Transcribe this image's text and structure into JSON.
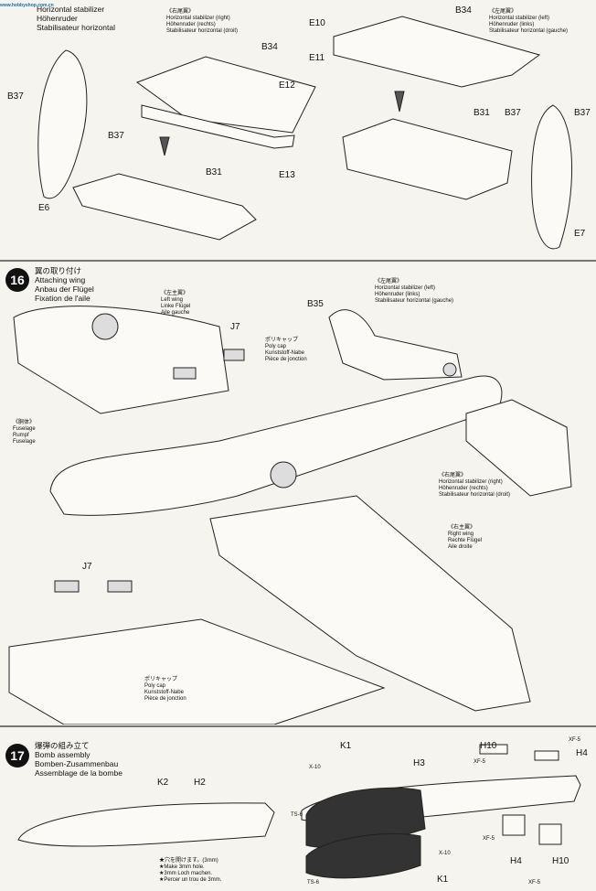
{
  "step_top": {
    "title_lines": [
      "Horizontal stabilizer",
      "Höhenruder",
      "Stabilisateur horizontal"
    ],
    "right_label": [
      "《右尾翼》",
      "Horizontal stabilizer (right)",
      "Höhenruder (rechts)",
      "Stabilisateur horizontal (droit)"
    ],
    "left_label": [
      "《左尾翼》",
      "Horizontal stabilizer (left)",
      "Höhenruder (links)",
      "Stabilisateur horizontal (gauche)"
    ],
    "parts": {
      "b37_a": "B37",
      "b37_b": "B37",
      "e6": "E6",
      "b34_a": "B34",
      "e12": "E12",
      "e13": "E13",
      "b31_a": "B31",
      "e10": "E10",
      "e11": "E11",
      "b34_b": "B34",
      "b31_b": "B31",
      "b37_c": "B37",
      "b37_d": "B37",
      "e7": "E7"
    }
  },
  "step16": {
    "number": "16",
    "title_lines": [
      "翼の取り付け",
      "Attaching wing",
      "Anbau der Flügel",
      "Fixation de l'aile"
    ],
    "left_wing": [
      "《左主翼》",
      "Left wing",
      "Linke Flügel",
      "Aile gauche"
    ],
    "left_stab": [
      "《左尾翼》",
      "Horizontal stabilizer (left)",
      "Höhenruder (links)",
      "Stabilisateur horizontal (gauche)"
    ],
    "polycap": [
      "ポリキャップ",
      "Poly cap",
      "Kunststoff-Nabe",
      "Pièce de jonction"
    ],
    "fuselage": [
      "《胴体》",
      "Fuselage",
      "Rumpf",
      "Fuselage"
    ],
    "right_stab": [
      "《右尾翼》",
      "Horizontal stabilizer (right)",
      "Höhenruder (rechts)",
      "Stabilisateur horizontal (droit)"
    ],
    "right_wing": [
      "《右主翼》",
      "Right wing",
      "Rechte Flügel",
      "Aile droite"
    ],
    "polycap2": [
      "ポリキャップ",
      "Poly cap",
      "Kunststoff-Nabe",
      "Pièce de jonction"
    ],
    "parts": {
      "b35": "B35",
      "j7_a": "J7",
      "j7_b": "J7"
    }
  },
  "step17": {
    "number": "17",
    "title_lines": [
      "爆弾の組み立て",
      "Bomb assembly",
      "Bomben-Zusammenbau",
      "Assemblage de la bombe"
    ],
    "hole_note": [
      "★穴を開けます。(3mm)",
      "★Make 3mm hole.",
      "★3mm Loch machen.",
      "★Percer un trou de 3mm."
    ],
    "parts": {
      "k2": "K2",
      "h2": "H2",
      "k1_a": "K1",
      "h3": "H3",
      "h10_a": "H10",
      "h4_a": "H4",
      "h4_b": "H4",
      "h10_b": "H10",
      "k1_b": "K1"
    },
    "paints": {
      "x10_a": "X-10",
      "xf5_a": "XF-5",
      "xf5_b": "XF-5",
      "ts6_a": "TS-6",
      "x10_b": "X-10",
      "xf5_c": "XF-5",
      "xf5_d": "XF-5",
      "ts6_b": "TS-6"
    }
  },
  "watermark": "www.hobbyshop.com.cn"
}
